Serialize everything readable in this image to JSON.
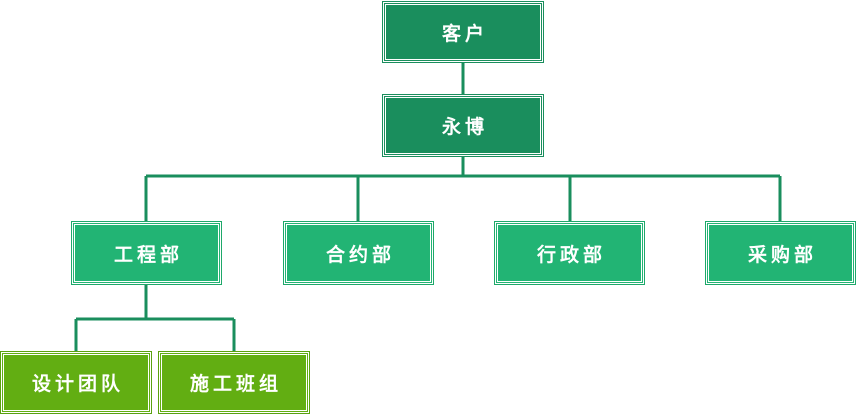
{
  "colors": {
    "top": "#1a8e5d",
    "dept": "#22b474",
    "team": "#62ae12",
    "connector": "#1a8e5d"
  },
  "nodes": {
    "client": "客户",
    "yongbo": "永博",
    "engineering": "工程部",
    "contracts": "合约部",
    "admin": "行政部",
    "procurement": "采购部",
    "design_team": "设计团队",
    "construction_team": "施工班组"
  }
}
